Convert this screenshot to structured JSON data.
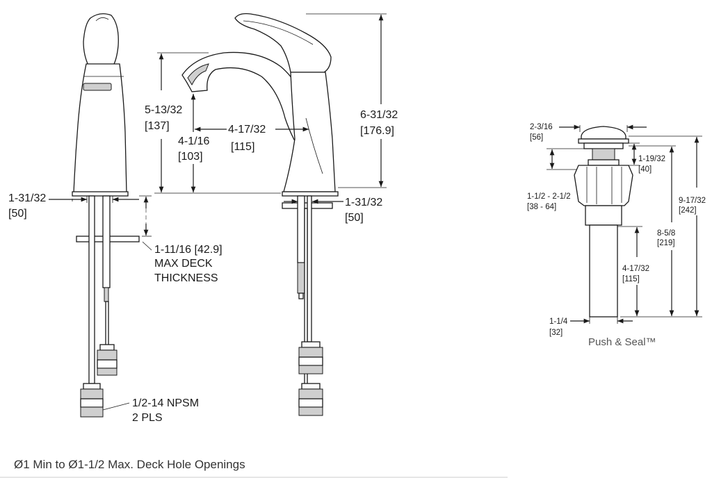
{
  "front_view": {
    "base_width": "1-31/32",
    "base_width_mm": "[50]",
    "deck_thickness_line1": "1-11/16 [42.9]",
    "deck_thickness_line2": "MAX DECK",
    "deck_thickness_line3": "THICKNESS",
    "connection_line1": "1/2-14 NPSM",
    "connection_line2": "2 PLS"
  },
  "side_view": {
    "spout_height": "5-13/32",
    "spout_height_mm": "[137]",
    "aerator_height": "4-1/16",
    "aerator_height_mm": "[103]",
    "spout_reach": "4-17/32",
    "spout_reach_mm": "[115]",
    "overall_height": "6-31/32",
    "overall_height_mm": "[176.9]",
    "base_width": "1-31/32",
    "base_width_mm": "[50]"
  },
  "drain": {
    "cap_diameter": "2-3/16",
    "cap_diameter_mm": "[56]",
    "flange_height": "1-19/32",
    "flange_height_mm": "[40]",
    "deck_range": "1-1/2  -  2-1/2",
    "deck_range_mm": "[38  -  64]",
    "overall_length": "9-17/32",
    "overall_length_mm": "[242]",
    "body_length": "8-5/8",
    "body_length_mm": "[219]",
    "tail_length": "4-17/32",
    "tail_length_mm": "[115]",
    "tail_diameter": "1-1/4",
    "tail_diameter_mm": "[32]",
    "caption": "Push & Seal™"
  },
  "footer": {
    "note": "Ø1 Min to  Ø1-1/2 Max. Deck Hole Openings"
  }
}
